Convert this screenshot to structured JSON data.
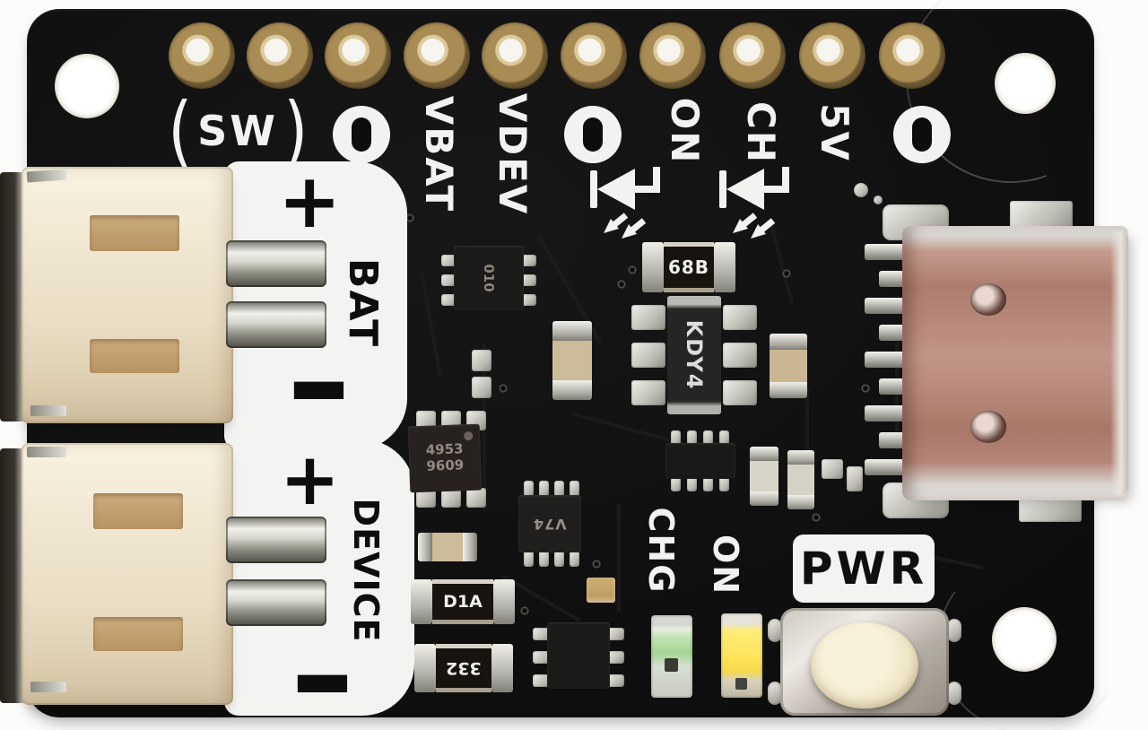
{
  "subject": "LiPo battery charger breakout PCB photo",
  "colors": {
    "background": "#fcfcfb",
    "board": "#0e0e0e",
    "silkscreen": "#f2f2f0",
    "pad_gold": "#a98c54",
    "usb_shell": "#b58578",
    "connector_body": "#f0e6d1",
    "button_cap": "#f3ebd2",
    "led_green": "#a9d897",
    "led_yellow": "#ffe45c"
  },
  "header_labels": {
    "sw_open": "(",
    "sw": "SW",
    "sw_close": ")",
    "vbat": "VBAT",
    "vdev": "VDEV",
    "on": "ON",
    "ch": "CH",
    "v5": "5V"
  },
  "connectors": {
    "bat": {
      "plus": "+",
      "label": "BAT",
      "minus": "−"
    },
    "device": {
      "plus": "+",
      "label": "DEVICE",
      "minus": "−"
    }
  },
  "power": {
    "button_label": "PWR"
  },
  "leds": {
    "charge_label": "CHG",
    "on_label": "ON"
  },
  "chip_markings": {
    "resistor_top": "68B",
    "regulator": "KDY4",
    "mosfet_line1": "4953",
    "mosfet_line2": "9609",
    "ic_v74": "V74",
    "ic_small": "010",
    "resistor_d1a": "D1A",
    "resistor_332": "332"
  }
}
